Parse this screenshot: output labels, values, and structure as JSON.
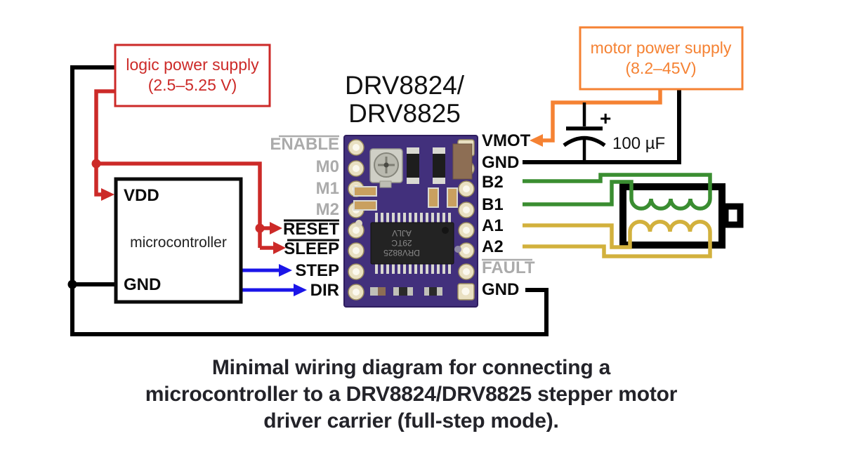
{
  "title": {
    "line1": "DRV8824/",
    "line2": "DRV8825"
  },
  "logic_supply": {
    "name": "logic power supply",
    "range": "(2.5–5.25 V)"
  },
  "motor_supply": {
    "name": "motor power supply",
    "range": "(8.2–45V)"
  },
  "microcontroller": {
    "label": "microcontroller",
    "vdd": "VDD",
    "gnd": "GND"
  },
  "driver_pins": {
    "left": [
      {
        "label": "ENABLE",
        "state": "inactive",
        "overline": true
      },
      {
        "label": "M0",
        "state": "inactive",
        "overline": false
      },
      {
        "label": "M1",
        "state": "inactive",
        "overline": false
      },
      {
        "label": "M2",
        "state": "inactive",
        "overline": false
      },
      {
        "label": "RESET",
        "state": "active",
        "overline": true
      },
      {
        "label": "SLEEP",
        "state": "active",
        "overline": true
      },
      {
        "label": "STEP",
        "state": "active",
        "overline": false
      },
      {
        "label": "DIR",
        "state": "active",
        "overline": false
      }
    ],
    "right": [
      {
        "label": "VMOT",
        "state": "active",
        "overline": false
      },
      {
        "label": "GND",
        "state": "active",
        "overline": false
      },
      {
        "label": "B2",
        "state": "active",
        "overline": false
      },
      {
        "label": "B1",
        "state": "active",
        "overline": false
      },
      {
        "label": "A1",
        "state": "active",
        "overline": false
      },
      {
        "label": "A2",
        "state": "active",
        "overline": false
      },
      {
        "label": "FAULT",
        "state": "inactive",
        "overline": true
      },
      {
        "label": "GND",
        "state": "active",
        "overline": false
      }
    ]
  },
  "capacitor": {
    "polarity": "+",
    "value": "100 µF"
  },
  "board": {
    "chip_line1": "DRV8825",
    "chip_line2": "29TC",
    "chip_line3": "AJLV"
  },
  "caption": {
    "line1": "Minimal wiring diagram for connecting a",
    "line2": "microcontroller to a DRV8824/DRV8825 stepper motor",
    "line3": "driver carrier (full-step mode)."
  },
  "colors": {
    "logic_supply": "#cc2a28",
    "motor_supply": "#f58233",
    "step_dir_signal": "#1b15e8",
    "coil_b": "#3a8d31",
    "coil_a": "#d2b13d",
    "ground": "#000000",
    "inactive_pin": "#ababab"
  }
}
